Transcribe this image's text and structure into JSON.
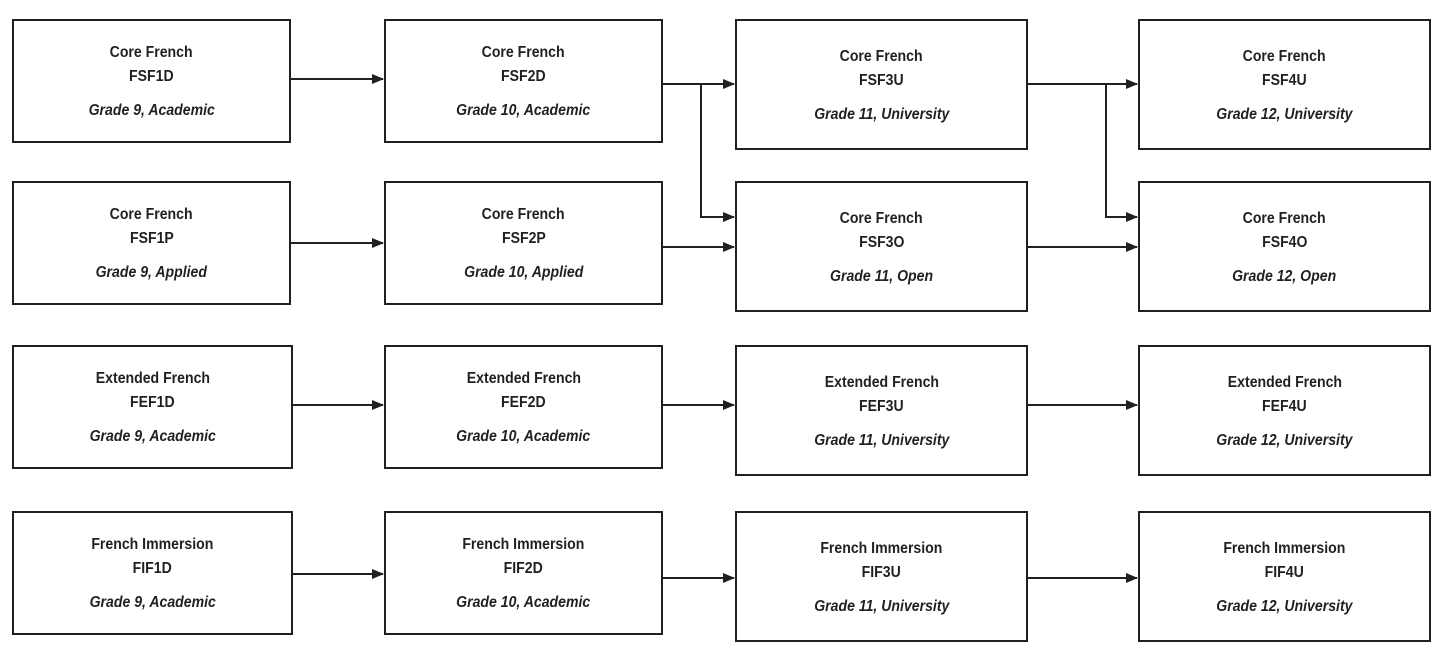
{
  "courses": {
    "fsf1d": {
      "name": "Core French",
      "code": "FSF1D",
      "grade": "Grade 9, Academic"
    },
    "fsf2d": {
      "name": "Core French",
      "code": "FSF2D",
      "grade": "Grade 10, Academic"
    },
    "fsf3u": {
      "name": "Core French",
      "code": "FSF3U",
      "grade": "Grade 11, University"
    },
    "fsf4u": {
      "name": "Core French",
      "code": "FSF4U",
      "grade": "Grade 12, University"
    },
    "fsf1p": {
      "name": "Core French",
      "code": "FSF1P",
      "grade": "Grade 9, Applied"
    },
    "fsf2p": {
      "name": "Core French",
      "code": "FSF2P",
      "grade": "Grade 10, Applied"
    },
    "fsf3o": {
      "name": "Core French",
      "code": "FSF3O",
      "grade": "Grade 11, Open"
    },
    "fsf4o": {
      "name": "Core French",
      "code": "FSF4O",
      "grade": "Grade 12, Open"
    },
    "fef1d": {
      "name": "Extended French",
      "code": "FEF1D",
      "grade": "Grade 9, Academic"
    },
    "fef2d": {
      "name": "Extended French",
      "code": "FEF2D",
      "grade": "Grade 10, Academic"
    },
    "fef3u": {
      "name": "Extended French",
      "code": "FEF3U",
      "grade": "Grade 11, University"
    },
    "fef4u": {
      "name": "Extended French",
      "code": "FEF4U",
      "grade": "Grade 12, University"
    },
    "fif1d": {
      "name": "French Immersion",
      "code": "FIF1D",
      "grade": "Grade 9, Academic"
    },
    "fif2d": {
      "name": "French Immersion",
      "code": "FIF2D",
      "grade": "Grade 10, Academic"
    },
    "fif3u": {
      "name": "French Immersion",
      "code": "FIF3U",
      "grade": "Grade 11, University"
    },
    "fif4u": {
      "name": "French Immersion",
      "code": "FIF4U",
      "grade": "Grade 12, University"
    }
  },
  "colors": {
    "line": "#231f20",
    "background": "#ffffff"
  }
}
